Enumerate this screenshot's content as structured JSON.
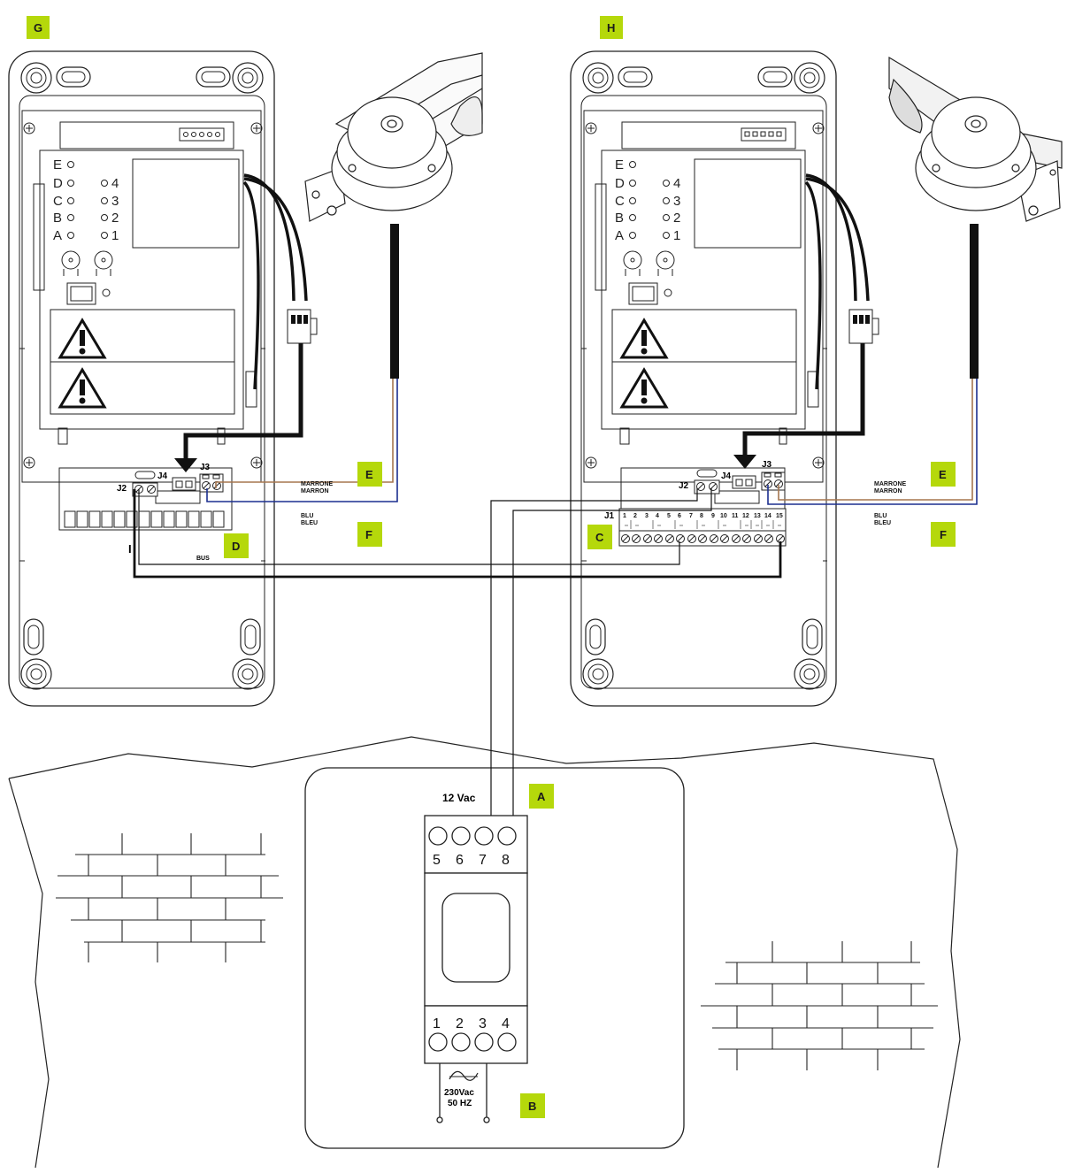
{
  "colors": {
    "tag": "#b5d80b",
    "wire_brown": "#a5764f",
    "wire_blue": "#1c2f8f"
  },
  "tags": {
    "G": "G",
    "H": "H",
    "A": "A",
    "B": "B",
    "C": "C",
    "D": "D",
    "E_left": "E",
    "E_right": "E",
    "F_left": "F",
    "F_right": "F"
  },
  "panel_left": {
    "led_letters": [
      "E",
      "D",
      "C",
      "B",
      "A"
    ],
    "led_numbers": [
      "4",
      "3",
      "2",
      "1"
    ],
    "j2": "J2",
    "j3": "J3",
    "j4": "J4",
    "bus": "BUS",
    "i_mark": "I"
  },
  "panel_right": {
    "led_letters": [
      "E",
      "D",
      "C",
      "B",
      "A"
    ],
    "led_numbers": [
      "4",
      "3",
      "2",
      "1"
    ],
    "j1": "J1",
    "j2": "J2",
    "j3": "J3",
    "j4": "J4",
    "j1_terminals": [
      "1",
      "2",
      "3",
      "4",
      "5",
      "6",
      "7",
      "8",
      "9",
      "10",
      "11",
      "12",
      "13",
      "14",
      "15"
    ]
  },
  "wire_labels_left": {
    "brown_it": "MARRONE",
    "brown_fr": "MARRON",
    "blue_it": "BLU",
    "blue_fr": "BLEU"
  },
  "wire_labels_right": {
    "brown_it": "MARRONE",
    "brown_fr": "MARRON",
    "blue_it": "BLU",
    "blue_fr": "BLEU"
  },
  "transformer": {
    "output_label": "12 Vac",
    "top_terminals": [
      "5",
      "6",
      "7",
      "8"
    ],
    "bottom_terminals": [
      "1",
      "2",
      "3",
      "4"
    ],
    "input_voltage": "230Vac",
    "input_freq": "50 HZ"
  }
}
